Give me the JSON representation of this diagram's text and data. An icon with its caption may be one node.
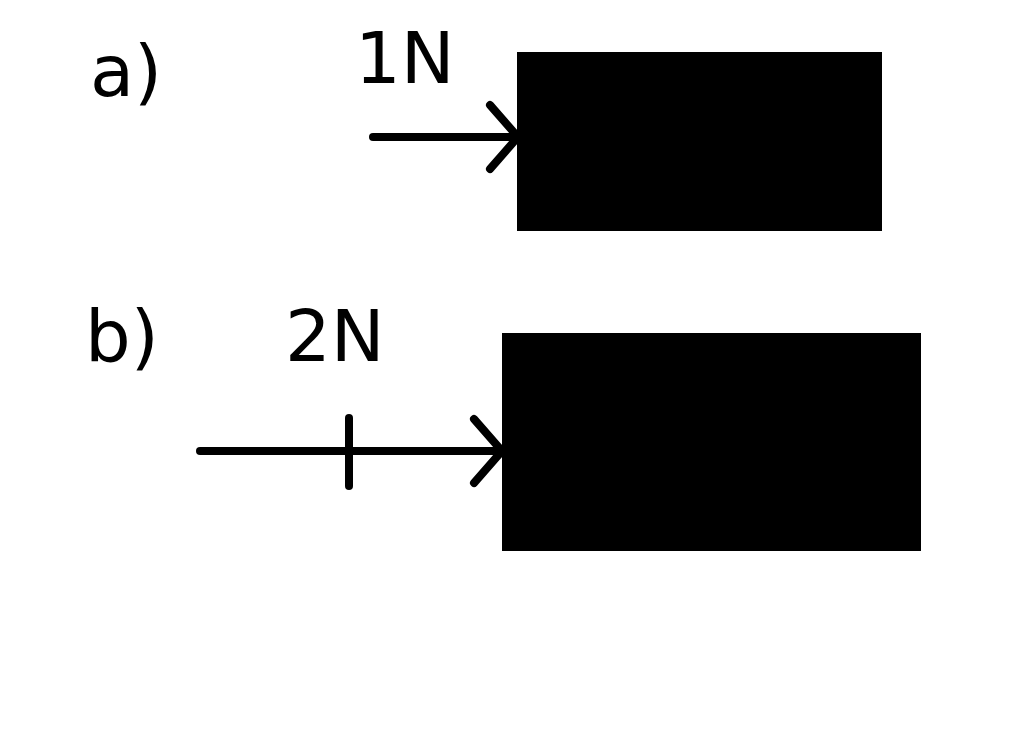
{
  "diagram": {
    "nodes": [
      {
        "text": [],
        "shape": "box"
      },
      {
        "text": [],
        "shape": "box"
      }
    ],
    "labels": [
      "a)",
      "1N",
      "b)",
      "2N"
    ]
  }
}
